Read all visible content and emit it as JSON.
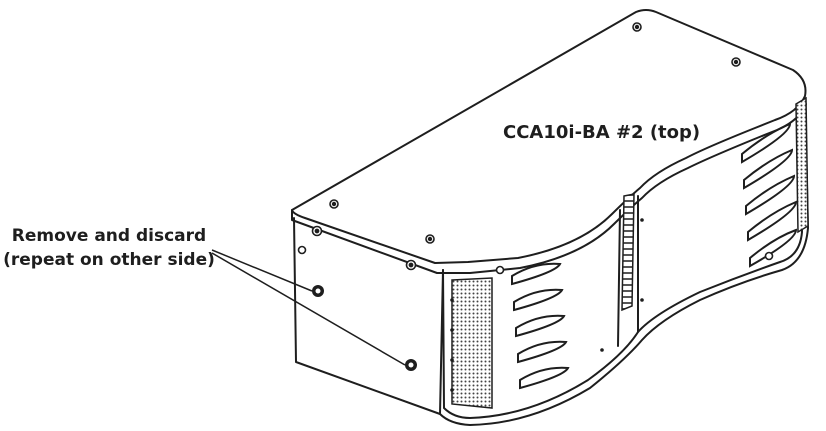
{
  "diagram": {
    "label_top": "CCA10i-BA #2 (top)",
    "callout": {
      "line1": "Remove and discard",
      "line2": "(repeat on other side)"
    }
  },
  "colors": {
    "stroke": "#1e1e1e",
    "background": "#ffffff",
    "grille": "#444444"
  }
}
